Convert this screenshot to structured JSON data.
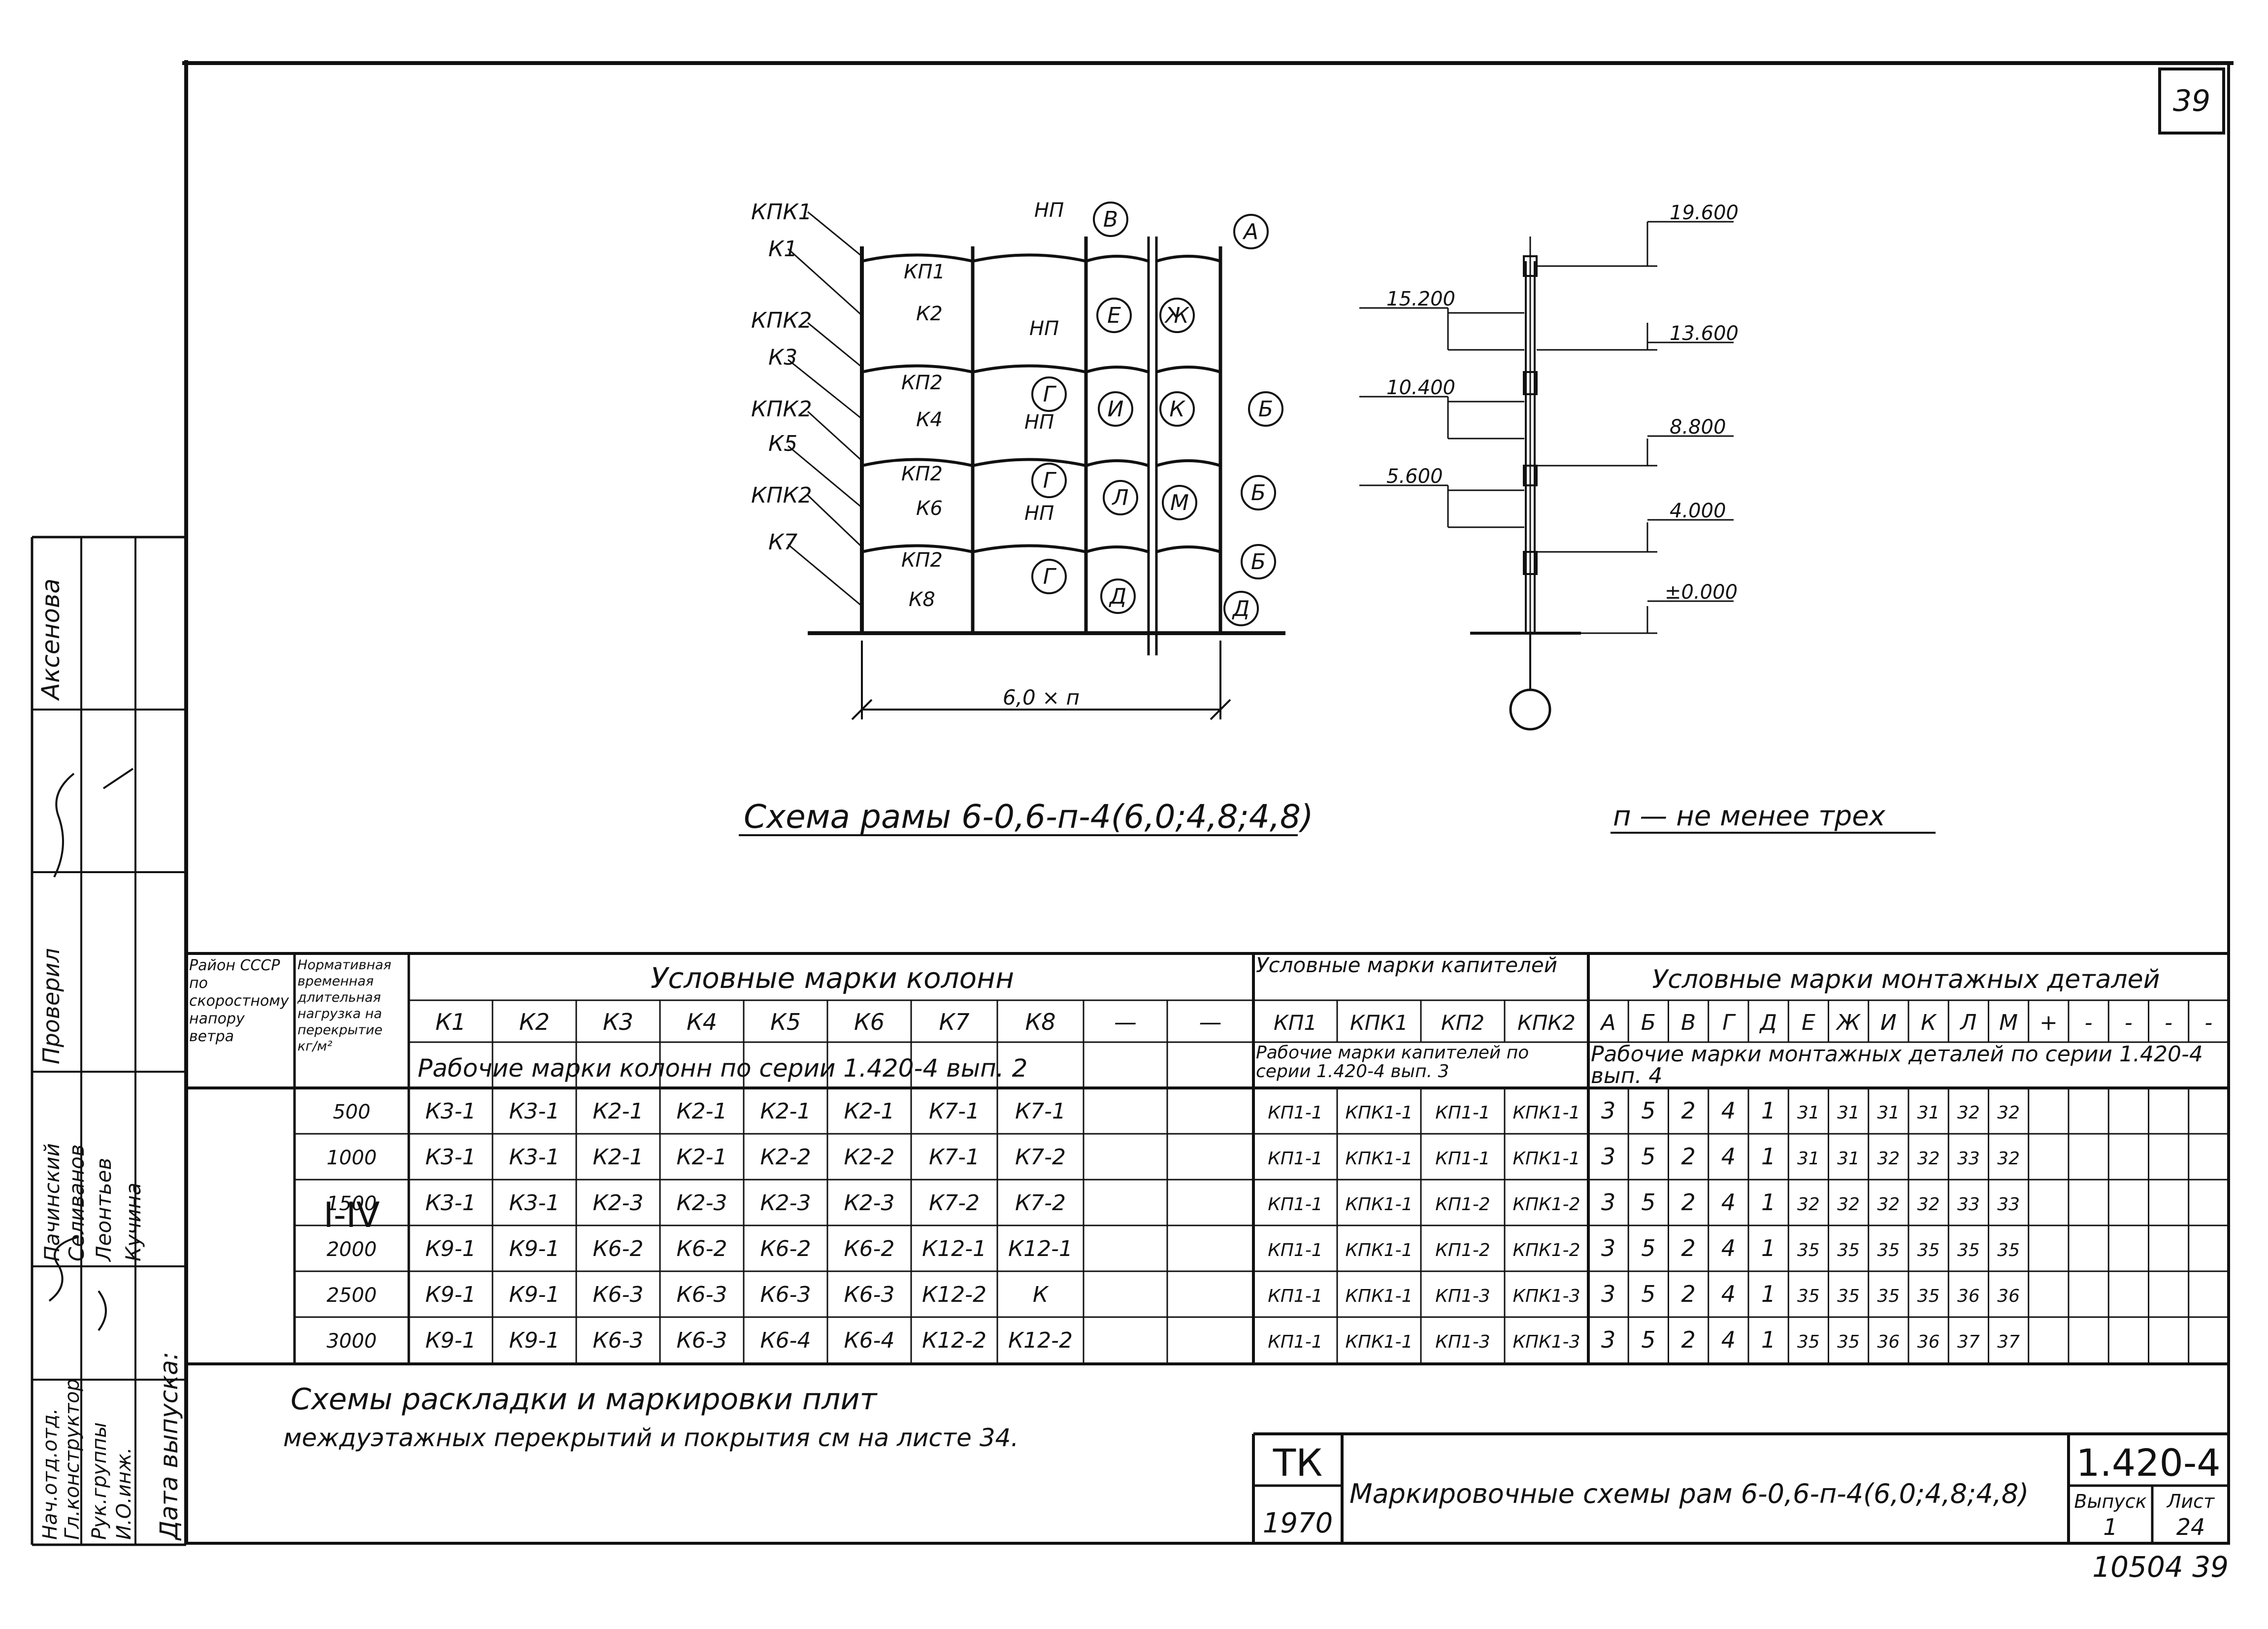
{
  "sheet": {
    "page_number": "39",
    "bottom_right_code": "10504 39"
  },
  "frame_diagram": {
    "caption": "Схема рамы 6-0,6-п-4(6,0;4,8;4,8)",
    "span_label": "6,0 × п",
    "left_labels": [
      "КПК1",
      "К1",
      "КПК2",
      "К3",
      "КПК2",
      "К5",
      "КПК2",
      "К7"
    ],
    "inner_labels": [
      "НП",
      "КП1",
      "К2",
      "НП",
      "КП2",
      "К4",
      "НП",
      "КП2",
      "К6",
      "НП",
      "КП2",
      "К8"
    ],
    "circled_labels": [
      "В",
      "А",
      "Е",
      "Ж",
      "Г",
      "И",
      "К",
      "Б",
      "Г",
      "Л",
      "М",
      "Б",
      "Г",
      "Д",
      "Б",
      "Д"
    ]
  },
  "column_diagram": {
    "caption": "п — не менее трех",
    "left_elevations": [
      "15.200",
      "10.400",
      "5.600"
    ],
    "right_elevations": [
      "19.600",
      "13.600",
      "8.800",
      "4.000",
      "±0.000"
    ]
  },
  "table": {
    "head": {
      "col_region": "Район СССР по скоростному напору ветра",
      "col_load": "Нормативная временная длительная нагрузка на перекрытие кг/м²",
      "group_columns": "Условные марки колонн",
      "group_capitals": "Условные марки капителей",
      "group_details": "Условные марки монтажных деталей",
      "column_marks": [
        "К1",
        "К2",
        "К3",
        "К4",
        "К5",
        "К6",
        "К7",
        "К8",
        "—",
        "—"
      ],
      "capital_marks": [
        "КП1",
        "КПК1",
        "КП2",
        "КПК2"
      ],
      "detail_marks": [
        "А",
        "Б",
        "В",
        "Г",
        "Д",
        "Е",
        "Ж",
        "И",
        "К",
        "Л",
        "М",
        "+",
        "-",
        "-",
        "-",
        "-"
      ],
      "work_columns": "Рабочие марки колонн  по серии 1.420-4 вып. 2",
      "work_capitals": "Рабочие марки капителей по серии 1.420-4 вып. 3",
      "work_details": "Рабочие марки монтажных деталей по серии 1.420-4 вып. 4"
    },
    "region": "I-IV",
    "rows": [
      {
        "load": "500",
        "columns": [
          "К3-1",
          "К3-1",
          "К2-1",
          "К2-1",
          "К2-1",
          "К2-1",
          "К7-1",
          "К7-1",
          "",
          ""
        ],
        "capitals": [
          "КП1-1",
          "КПК1-1",
          "КП1-1",
          "КПК1-1"
        ],
        "details": [
          "3",
          "5",
          "2",
          "4",
          "1",
          "31",
          "31",
          "31",
          "31",
          "32",
          "32",
          "",
          "",
          "",
          "",
          ""
        ]
      },
      {
        "load": "1000",
        "columns": [
          "К3-1",
          "К3-1",
          "К2-1",
          "К2-1",
          "К2-2",
          "К2-2",
          "К7-1",
          "К7-2",
          "",
          ""
        ],
        "capitals": [
          "КП1-1",
          "КПК1-1",
          "КП1-1",
          "КПК1-1"
        ],
        "details": [
          "3",
          "5",
          "2",
          "4",
          "1",
          "31",
          "31",
          "32",
          "32",
          "33",
          "32",
          "",
          "",
          "",
          "",
          ""
        ]
      },
      {
        "load": "1500",
        "columns": [
          "К3-1",
          "К3-1",
          "К2-3",
          "К2-3",
          "К2-3",
          "К2-3",
          "К7-2",
          "К7-2",
          "",
          ""
        ],
        "capitals": [
          "КП1-1",
          "КПК1-1",
          "КП1-2",
          "КПК1-2"
        ],
        "details": [
          "3",
          "5",
          "2",
          "4",
          "1",
          "32",
          "32",
          "32",
          "32",
          "33",
          "33",
          "",
          "",
          "",
          "",
          ""
        ]
      },
      {
        "load": "2000",
        "columns": [
          "К9-1",
          "К9-1",
          "К6-2",
          "К6-2",
          "К6-2",
          "К6-2",
          "К12-1",
          "К12-1",
          "",
          ""
        ],
        "capitals": [
          "КП1-1",
          "КПК1-1",
          "КП1-2",
          "КПК1-2"
        ],
        "details": [
          "3",
          "5",
          "2",
          "4",
          "1",
          "35",
          "35",
          "35",
          "35",
          "35",
          "35",
          "",
          "",
          "",
          "",
          ""
        ]
      },
      {
        "load": "2500",
        "columns": [
          "К9-1",
          "К9-1",
          "К6-3",
          "К6-3",
          "К6-3",
          "К6-3",
          "К12-2",
          "К",
          "",
          ""
        ],
        "capitals": [
          "КП1-1",
          "КПК1-1",
          "КП1-3",
          "КПК1-3"
        ],
        "details": [
          "3",
          "5",
          "2",
          "4",
          "1",
          "35",
          "35",
          "35",
          "35",
          "36",
          "36",
          "",
          "",
          "",
          "",
          ""
        ]
      },
      {
        "load": "3000",
        "columns": [
          "К9-1",
          "К9-1",
          "К6-3",
          "К6-3",
          "К6-4",
          "К6-4",
          "К12-2",
          "К12-2",
          "",
          ""
        ],
        "capitals": [
          "КП1-1",
          "КПК1-1",
          "КП1-3",
          "КПК1-3"
        ],
        "details": [
          "3",
          "5",
          "2",
          "4",
          "1",
          "35",
          "35",
          "36",
          "36",
          "37",
          "37",
          "",
          "",
          "",
          "",
          ""
        ]
      }
    ]
  },
  "note": {
    "line1": "Схемы   раскладки   и   маркировки   плит",
    "line2": "междуэтажных перекрытий и покрытия см на листе 34."
  },
  "title_block": {
    "org": "ТК",
    "year": "1970",
    "title": "Маркировочные схемы рам 6-0,6-п-4(6,0;4,8;4,8)",
    "series": "1.420-4",
    "issue_label": "Выпуск",
    "issue_value": "1",
    "sheet_label": "Лист",
    "sheet_value": "24"
  },
  "side_stamp": {
    "roles": [
      "Нач.отд.отд.",
      "Гл.конструктор",
      "Рук.группы",
      "И.О.инж."
    ],
    "names": [
      "Пачинский",
      "Селиванов",
      "Леонтьев",
      "Кучина"
    ],
    "checked_label": "Проверил",
    "checked_name": "Аксенова",
    "date_label": "Дата выпуска:"
  }
}
